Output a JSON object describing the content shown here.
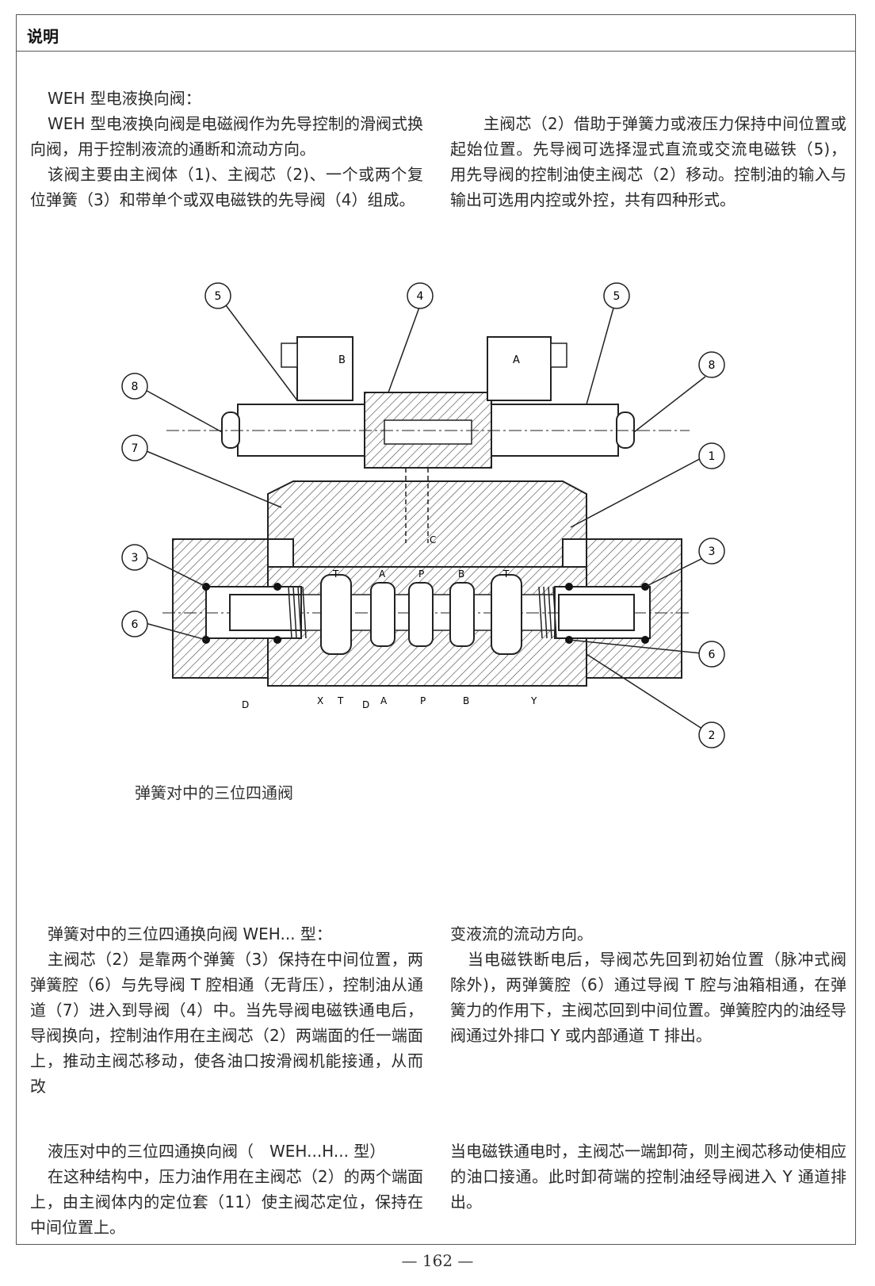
{
  "header": {
    "title": "说明"
  },
  "section1": {
    "left": {
      "heading": "WEH 型电液换向阀：",
      "para1": "WEH 型电液换向阀是电磁阀作为先导控制的滑阀式换向阀，用于控制液流的通断和流动方向。",
      "para2": "该阀主要由主阀体（1)、主阀芯（2)、一个或两个复位弹簧（3）和带单个或双电磁铁的先导阀（4）组成。"
    },
    "right": {
      "para1": "主阀芯（2）借助于弹簧力或液压力保持中间位置或起始位置。先导阀可选择湿式直流或交流电磁铁（5)，用先导阀的控制油使主阀芯（2）移动。控制油的输入与输出可选用内控或外控，共有四种形式。"
    }
  },
  "figure": {
    "callouts": [
      "5",
      "4",
      "5",
      "8",
      "8",
      "7",
      "1",
      "3",
      "3",
      "6",
      "6",
      "2"
    ],
    "coil_labels": [
      "B",
      "A"
    ],
    "port_labels": [
      "X",
      "T",
      "A",
      "P",
      "B",
      "Y"
    ],
    "drain_labels": [
      "D",
      "D"
    ],
    "chamber_labels": [
      "T",
      "A",
      "P",
      "B",
      "T"
    ],
    "control_label": "C",
    "caption": "弹簧对中的三位四通阀"
  },
  "section2": {
    "left": {
      "heading": "弹簧对中的三位四通换向阀 WEH... 型：",
      "para1": "主阀芯（2）是靠两个弹簧（3）保持在中间位置，两弹簧腔（6）与先导阀 T 腔相通（无背压），控制油从通道（7）进入到导阀（4）中。当先导阀电磁铁通电后，导阀换向，控制油作用在主阀芯（2）两端面的任一端面上，推动主阀芯移动，使各油口按滑阀机能接通，从而改"
    },
    "right": {
      "cont": "变液流的流动方向。",
      "para1": "当电磁铁断电后，导阀芯先回到初始位置（脉冲式阀除外)，两弹簧腔（6）通过导阀 T 腔与油箱相通，在弹簧力的作用下，主阀芯回到中间位置。弹簧腔内的油经导阀通过外排口 Y 或内部通道 T 排出。"
    }
  },
  "section3": {
    "left": {
      "heading": "液压对中的三位四通换向阀（　WEH...H... 型）",
      "para1": "在这种结构中，压力油作用在主阀芯（2）的两个端面上，由主阀体内的定位套（11）使主阀芯定位，保持在中间位置上。"
    },
    "right": {
      "para1": "当电磁铁通电时，主阀芯一端卸荷，则主阀芯移动使相应的油口接通。此时卸荷端的控制油经导阀进入 Y 通道排出。"
    }
  },
  "footer": {
    "page_number": "— 162 —"
  }
}
